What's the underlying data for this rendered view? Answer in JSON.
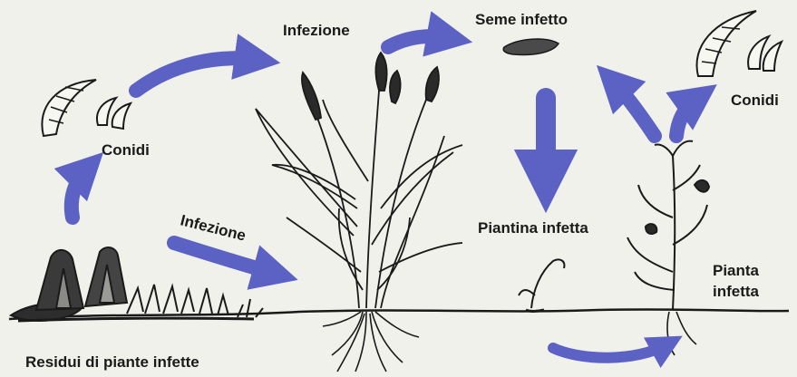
{
  "labels": {
    "conidi_left": "Conidi",
    "infezione_top": "Infezione",
    "seme_infetto": "Seme infetto",
    "conidi_right": "Conidi",
    "infezione_mid": "Infezione",
    "piantina_infetta": "Piantina infetta",
    "pianta_infetta_1": "Pianta",
    "pianta_infetta_2": "infetta",
    "residui": "Residui di piante infette"
  },
  "colors": {
    "arrow": "#5b62c4",
    "ink": "#1a1a1a",
    "background": "#f1f1ec"
  }
}
